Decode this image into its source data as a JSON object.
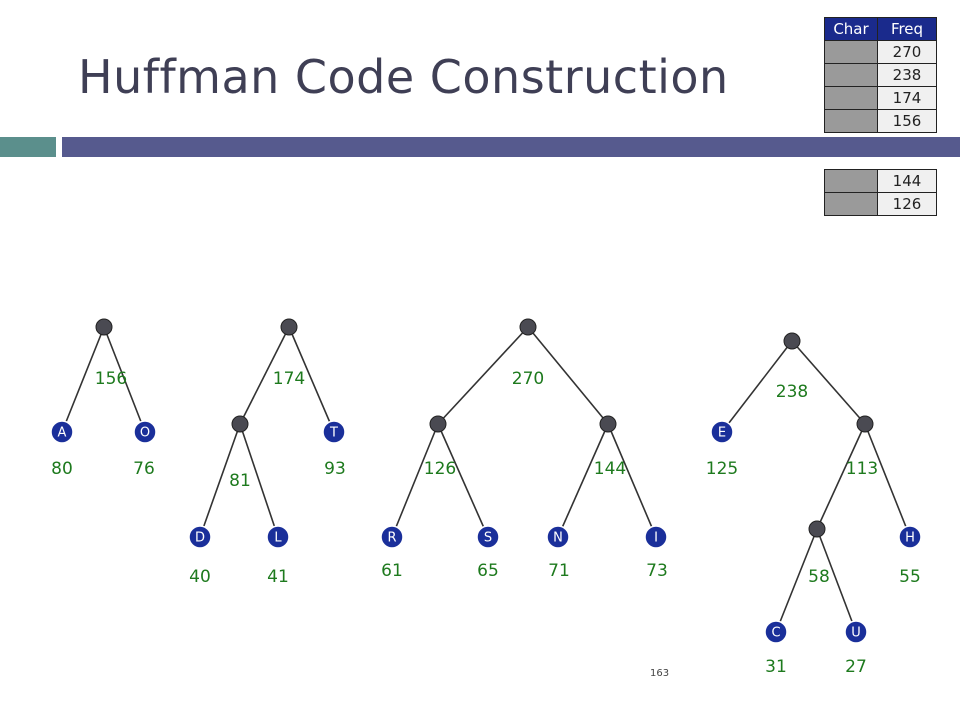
{
  "title": "Huffman Code Construction",
  "page_number": "163",
  "table_top": {
    "headers": {
      "char": "Char",
      "freq": "Freq"
    },
    "rows": [
      {
        "char": "",
        "freq": "270"
      },
      {
        "char": "",
        "freq": "238"
      },
      {
        "char": "",
        "freq": "174"
      },
      {
        "char": "",
        "freq": "156"
      }
    ]
  },
  "table_bottom": {
    "rows": [
      {
        "char": "",
        "freq": "144"
      },
      {
        "char": "",
        "freq": "126"
      }
    ]
  },
  "colors": {
    "leaf": "#1a2f9a",
    "inner": "#4a4a52",
    "weight": "#1e7a1e",
    "accent_bar": "#565a8e",
    "teal_bar": "#5b8f8c"
  },
  "trees": {
    "nodes": [
      {
        "id": "n156",
        "type": "inner"
      },
      {
        "id": "A",
        "type": "leaf",
        "label": "A"
      },
      {
        "id": "O",
        "type": "leaf",
        "label": "O"
      },
      {
        "id": "n174",
        "type": "inner"
      },
      {
        "id": "n81",
        "type": "inner"
      },
      {
        "id": "T",
        "type": "leaf",
        "label": "T"
      },
      {
        "id": "D",
        "type": "leaf",
        "label": "D"
      },
      {
        "id": "L",
        "type": "leaf",
        "label": "L"
      },
      {
        "id": "n270",
        "type": "inner"
      },
      {
        "id": "n126",
        "type": "inner"
      },
      {
        "id": "n144",
        "type": "inner"
      },
      {
        "id": "R",
        "type": "leaf",
        "label": "R"
      },
      {
        "id": "S",
        "type": "leaf",
        "label": "S"
      },
      {
        "id": "N",
        "type": "leaf",
        "label": "N"
      },
      {
        "id": "I",
        "type": "leaf",
        "label": "I"
      },
      {
        "id": "n238",
        "type": "inner"
      },
      {
        "id": "E",
        "type": "leaf",
        "label": "E"
      },
      {
        "id": "n113",
        "type": "inner"
      },
      {
        "id": "n58",
        "type": "inner"
      },
      {
        "id": "H",
        "type": "leaf",
        "label": "H"
      },
      {
        "id": "C",
        "type": "leaf",
        "label": "C"
      },
      {
        "id": "U",
        "type": "leaf",
        "label": "U"
      }
    ],
    "edges": [
      [
        "n156",
        "A"
      ],
      [
        "n156",
        "O"
      ],
      [
        "n174",
        "n81"
      ],
      [
        "n174",
        "T"
      ],
      [
        "n81",
        "D"
      ],
      [
        "n81",
        "L"
      ],
      [
        "n270",
        "n126"
      ],
      [
        "n270",
        "n144"
      ],
      [
        "n126",
        "R"
      ],
      [
        "n126",
        "S"
      ],
      [
        "n144",
        "N"
      ],
      [
        "n144",
        "I"
      ],
      [
        "n238",
        "E"
      ],
      [
        "n238",
        "n113"
      ],
      [
        "n113",
        "n58"
      ],
      [
        "n113",
        "H"
      ],
      [
        "n58",
        "C"
      ],
      [
        "n58",
        "U"
      ]
    ],
    "weights": [
      {
        "id": "w156",
        "text": "156"
      },
      {
        "id": "w80",
        "text": "80"
      },
      {
        "id": "w76",
        "text": "76"
      },
      {
        "id": "w174",
        "text": "174"
      },
      {
        "id": "w81",
        "text": "81"
      },
      {
        "id": "w93",
        "text": "93"
      },
      {
        "id": "w40",
        "text": "40"
      },
      {
        "id": "w41",
        "text": "41"
      },
      {
        "id": "w270",
        "text": "270"
      },
      {
        "id": "w126",
        "text": "126"
      },
      {
        "id": "w144",
        "text": "144"
      },
      {
        "id": "w61",
        "text": "61"
      },
      {
        "id": "w65",
        "text": "65"
      },
      {
        "id": "w71",
        "text": "71"
      },
      {
        "id": "w73",
        "text": "73"
      },
      {
        "id": "w238",
        "text": "238"
      },
      {
        "id": "w125",
        "text": "125"
      },
      {
        "id": "w113",
        "text": "113"
      },
      {
        "id": "w58",
        "text": "58"
      },
      {
        "id": "w55",
        "text": "55"
      },
      {
        "id": "w31",
        "text": "31"
      },
      {
        "id": "w27",
        "text": "27"
      }
    ]
  }
}
